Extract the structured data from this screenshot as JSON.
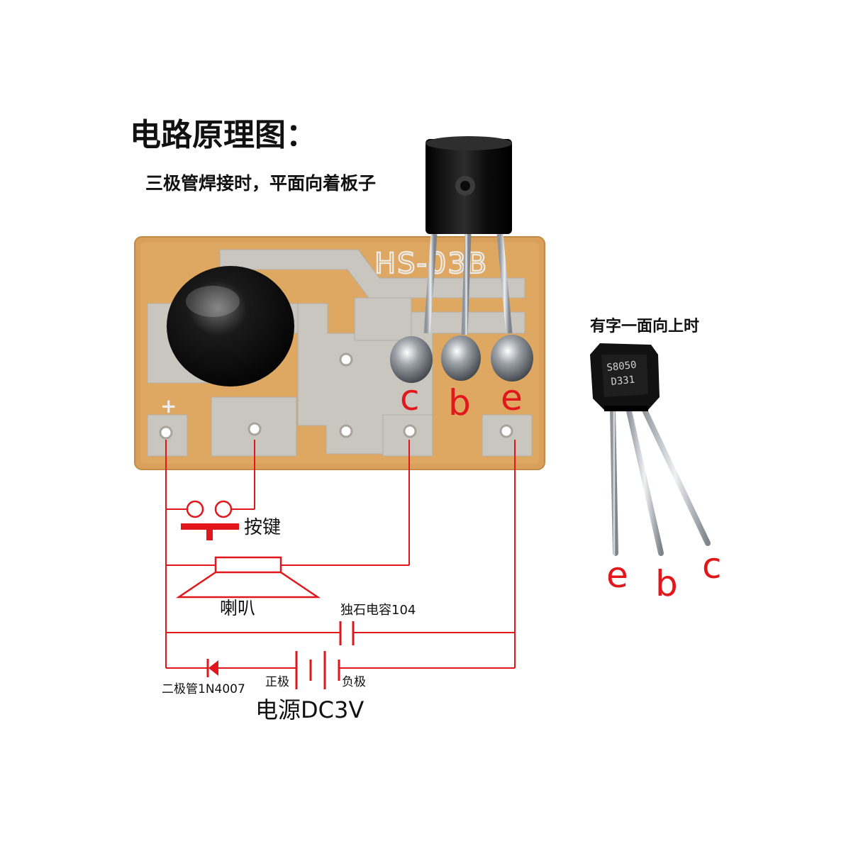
{
  "title": "电路原理图：",
  "instruction": "三极管焊接时，平面向着板子",
  "board": {
    "model": "HS-03B",
    "plus_sign": "+",
    "pin_labels": {
      "c": "c",
      "b": "b",
      "e": "e"
    }
  },
  "transistor_photo": {
    "caption": "有字一面向上时",
    "marking_line1": "S8050",
    "marking_line2": "D331",
    "pin_labels": {
      "e": "e",
      "b": "b",
      "c": "c"
    }
  },
  "schematic": {
    "button_label": "按键",
    "speaker_label": "喇叭",
    "capacitor_label": "独石电容104",
    "diode_label": "二极管1N4007",
    "positive_label": "正极",
    "negative_label": "负极",
    "power_label": "电源DC3V"
  },
  "colors": {
    "wire": "#e2171c",
    "label_red": "#e2171c",
    "pcb": "#d9a05c",
    "copper": "#c9c6c0",
    "epoxy": "#111111"
  }
}
